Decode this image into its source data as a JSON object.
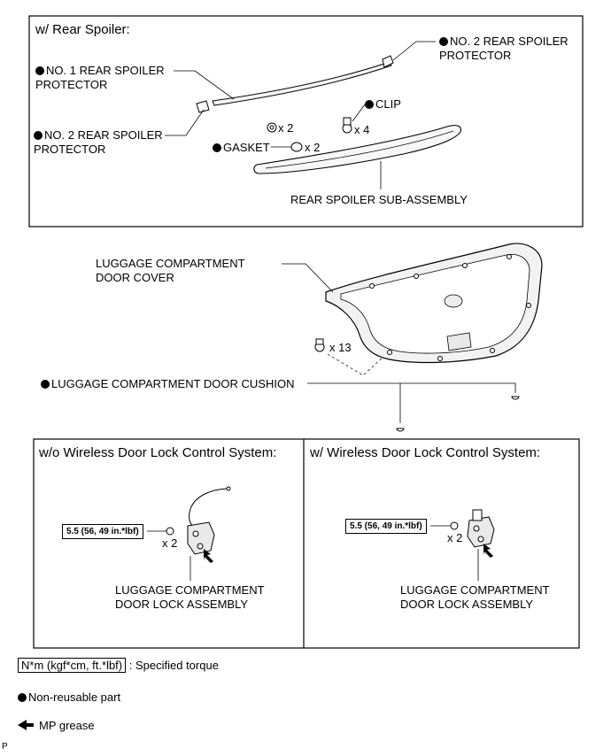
{
  "rear_spoiler_panel": {
    "title": "w/ Rear Spoiler:",
    "labels": {
      "no1_protector": "NO. 1 REAR SPOILER\nPROTECTOR",
      "no2_protector_top": "NO. 2 REAR SPOILER\nPROTECTOR",
      "no2_protector_left": "NO. 2 REAR SPOILER\nPROTECTOR",
      "clip": "CLIP",
      "gasket": "GASKET",
      "sub_assembly": "REAR SPOILER SUB-ASSEMBLY",
      "qty_x2_a": "x 2",
      "qty_x4": "x 4",
      "qty_x2_b": "x 2"
    }
  },
  "door_section": {
    "cover_label": "LUGGAGE COMPARTMENT\nDOOR COVER",
    "cushion_label": "LUGGAGE COMPARTMENT DOOR CUSHION",
    "qty_x13": "x 13"
  },
  "lock_panels": {
    "without": {
      "title": "w/o Wireless Door Lock Control System:",
      "torque": "5.5 (56, 49 in.*lbf)",
      "qty": "x 2",
      "part_label": "LUGGAGE COMPARTMENT\nDOOR LOCK ASSEMBLY"
    },
    "with": {
      "title": "w/ Wireless Door Lock Control System:",
      "torque": "5.5 (56, 49 in.*lbf)",
      "qty": "x 2",
      "part_label": "LUGGAGE COMPARTMENT\nDOOR LOCK ASSEMBLY"
    }
  },
  "legend": {
    "torque_box": "N*m (kgf*cm, ft.*lbf)",
    "torque_text": ": Specified torque",
    "non_reusable": "Non-reusable part",
    "grease": "MP grease"
  },
  "footer_mark": "P"
}
